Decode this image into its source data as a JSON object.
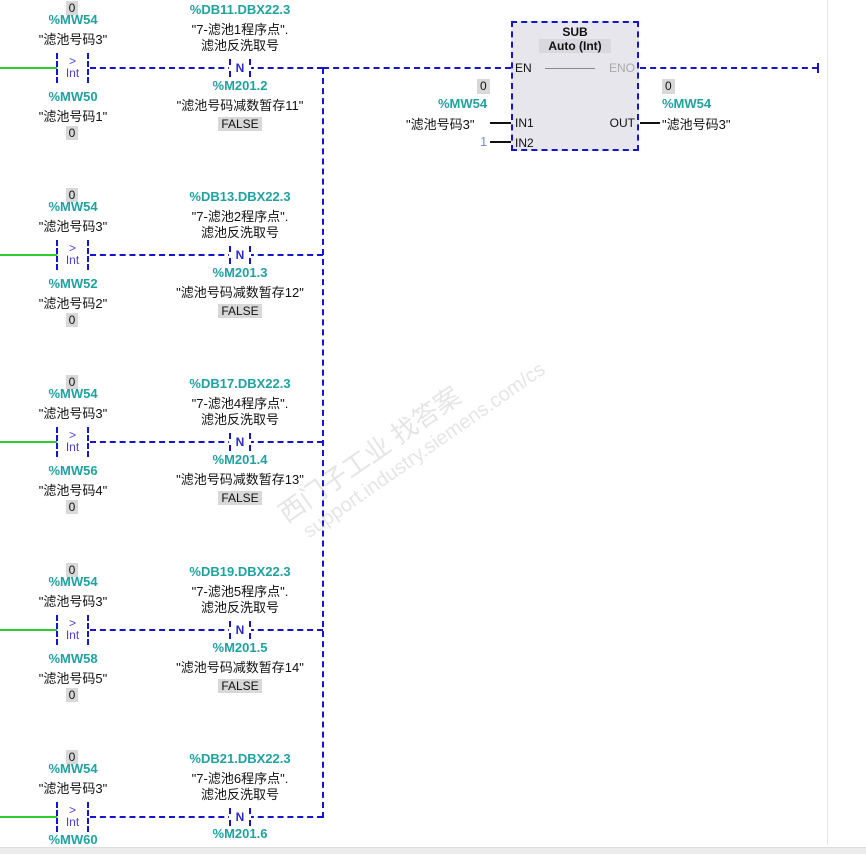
{
  "rungs": [
    {
      "top_value": "0",
      "in1_addr": "%MW54",
      "in1_name": "\"滤池号码3\"",
      "op": ">",
      "type": "Int",
      "in2_addr": "%MW50",
      "in2_name": "\"滤池号码1\"",
      "in2_value": "0",
      "contact_addr": "%DB11.DBX22.3",
      "contact_name1": "\"7-滤池1程序点\".",
      "contact_name2": "滤池反洗取号",
      "contact_type": "N",
      "mem_addr": "%M201.2",
      "mem_name": "\"滤池号码减数暂存11\"",
      "mem_value": "FALSE"
    },
    {
      "top_value": "0",
      "in1_addr": "%MW54",
      "in1_name": "\"滤池号码3\"",
      "op": ">",
      "type": "Int",
      "in2_addr": "%MW52",
      "in2_name": "\"滤池号码2\"",
      "in2_value": "0",
      "contact_addr": "%DB13.DBX22.3",
      "contact_name1": "\"7-滤池2程序点\".",
      "contact_name2": "滤池反洗取号",
      "contact_type": "N",
      "mem_addr": "%M201.3",
      "mem_name": "\"滤池号码减数暂存12\"",
      "mem_value": "FALSE"
    },
    {
      "top_value": "0",
      "in1_addr": "%MW54",
      "in1_name": "\"滤池号码3\"",
      "op": ">",
      "type": "Int",
      "in2_addr": "%MW56",
      "in2_name": "\"滤池号码4\"",
      "in2_value": "0",
      "contact_addr": "%DB17.DBX22.3",
      "contact_name1": "\"7-滤池4程序点\".",
      "contact_name2": "滤池反洗取号",
      "contact_type": "N",
      "mem_addr": "%M201.4",
      "mem_name": "\"滤池号码减数暂存13\"",
      "mem_value": "FALSE"
    },
    {
      "top_value": "0",
      "in1_addr": "%MW54",
      "in1_name": "\"滤池号码3\"",
      "op": ">",
      "type": "Int",
      "in2_addr": "%MW58",
      "in2_name": "\"滤池号码5\"",
      "in2_value": "0",
      "contact_addr": "%DB19.DBX22.3",
      "contact_name1": "\"7-滤池5程序点\".",
      "contact_name2": "滤池反洗取号",
      "contact_type": "N",
      "mem_addr": "%M201.5",
      "mem_name": "\"滤池号码减数暂存14\"",
      "mem_value": "FALSE"
    },
    {
      "top_value": "0",
      "in1_addr": "%MW54",
      "in1_name": "\"滤池号码3\"",
      "op": ">",
      "type": "Int",
      "in2_addr": "%MW60",
      "in2_name": "",
      "in2_value": "",
      "contact_addr": "%DB21.DBX22.3",
      "contact_name1": "\"7-滤池6程序点\".",
      "contact_name2": "滤池反洗取号",
      "contact_type": "N",
      "mem_addr": "%M201.6",
      "mem_name": "",
      "mem_value": ""
    }
  ],
  "first_top_value": "0",
  "sub": {
    "title": "SUB",
    "type": "Auto (Int)",
    "en": "EN",
    "eno": "ENO",
    "in1": "IN1",
    "in2": "IN2",
    "out": "OUT",
    "in1_value": "0",
    "in1_addr": "%MW54",
    "in1_name": "\"滤池号码3\"",
    "in2_const": "1",
    "out_value": "0",
    "out_addr": "%MW54",
    "out_name": "\"滤池号码3\""
  },
  "watermark": {
    "line1": "西门子工业  找答案",
    "line2": "support.industry.siemens.com/cs"
  }
}
